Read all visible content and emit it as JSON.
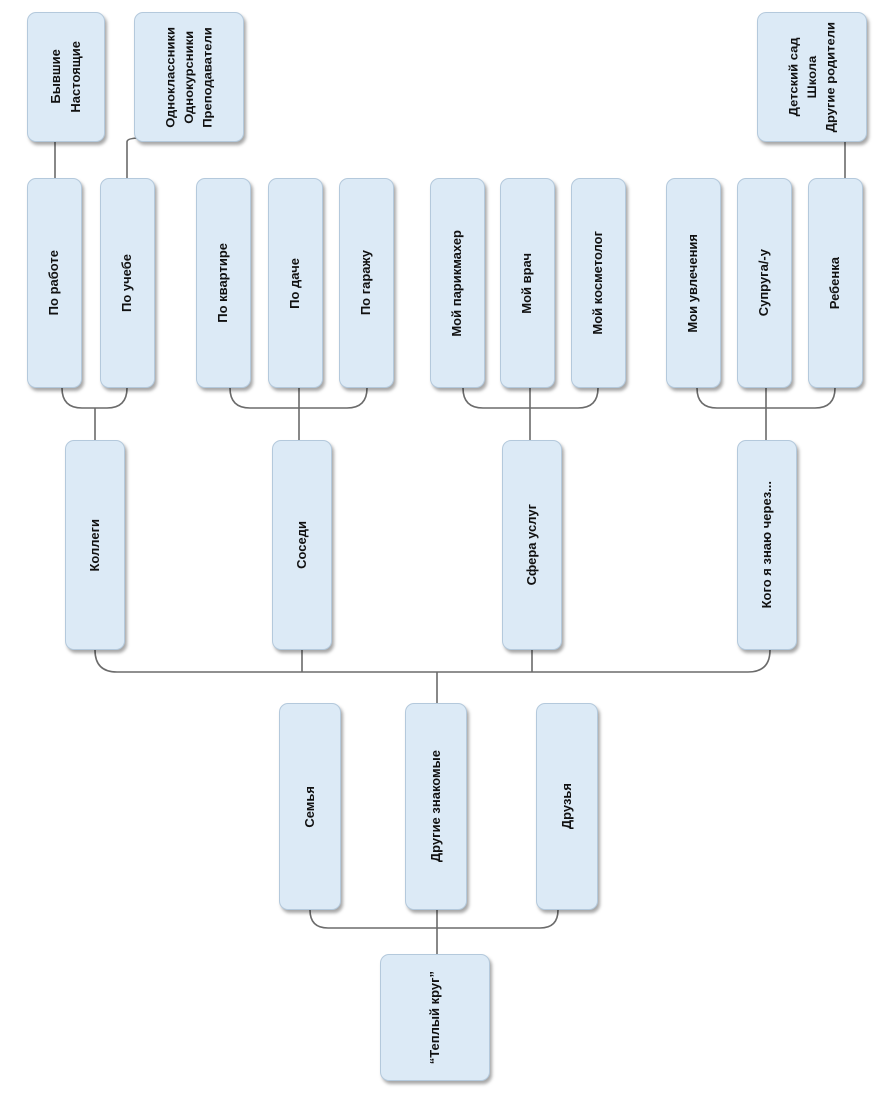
{
  "root": {
    "label": "“Теплый круг”"
  },
  "level1": [
    {
      "label": "Семья"
    },
    {
      "label": "Другие знакомые"
    },
    {
      "label": "Друзья"
    }
  ],
  "level2": [
    {
      "label": "Коллеги"
    },
    {
      "label": "Соседи"
    },
    {
      "label": "Сфера услуг"
    },
    {
      "label": "Кого я знаю через..."
    }
  ],
  "level3": [
    {
      "label": "По работе"
    },
    {
      "label": "По учебе"
    },
    {
      "label": "По квартире"
    },
    {
      "label": "По даче"
    },
    {
      "label": "По гаражу"
    },
    {
      "label": "Мой парикмахер"
    },
    {
      "label": "Мой врач"
    },
    {
      "label": "Мой косметолог"
    },
    {
      "label": "Мои увлечения"
    },
    {
      "label": "Супруга/-у"
    },
    {
      "label": "Ребенка"
    }
  ],
  "level4": [
    {
      "lines": [
        "Бывшие",
        "Настоящие"
      ]
    },
    {
      "lines": [
        "Одноклассники",
        "Однокурсники",
        "Преподаватели"
      ]
    },
    {
      "lines": [
        "Детский сад",
        "Школа",
        "Другие родители"
      ]
    }
  ],
  "colors": {
    "box_fill": "#dceaf6",
    "box_border": "#b4c9dc",
    "connector": "#6b6b6b",
    "text": "#111111"
  }
}
